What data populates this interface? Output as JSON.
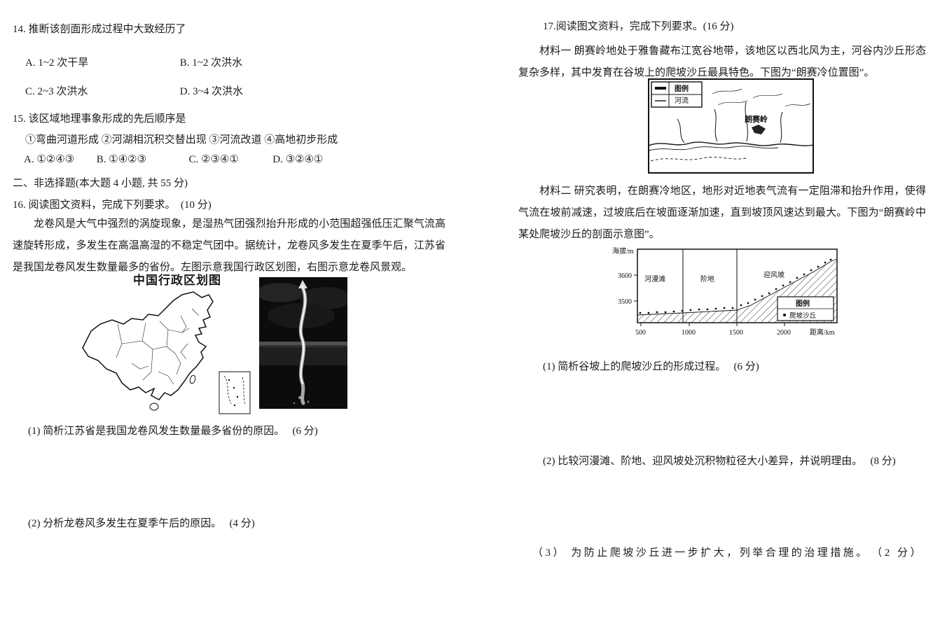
{
  "left": {
    "q14": {
      "stem": "14.  推断该剖面形成过程中大致经历了",
      "optA": "A.  1~2 次干旱",
      "optB": "B.  1~2  次洪水",
      "optC": "C.  2~3  次洪水",
      "optD": "D.  3~4  次洪水"
    },
    "q15": {
      "stem": "15.  该区域地理事象形成的先后顺序是",
      "items": "①弯曲河道形成  ②河湖相沉积交替出现  ③河流改道  ④高地初步形成",
      "optA": "A.  ①②④③",
      "optB": "B.  ①④②③",
      "optC": "C.  ②③④①",
      "optD": "D.  ③②④①"
    },
    "section_heading": "二、非选择题(本大题 4 小题, 共 55 分)",
    "q16": {
      "stem": "16.  阅读图文资料，完成下列要求。　(10 分)",
      "intro": "龙卷风是大气中强烈的涡旋现象，是湿热气团强烈抬升形成的小范围超强低压汇聚气流高速旋转形成，多发生在高温高湿的不稳定气团中。据统计，龙卷风多发生在夏季午后，江苏省是我国龙卷风发生数量最多的省份。左图示意我国行政区划图，右图示意龙卷风景观。",
      "map_title": "中国行政区划图",
      "q1": "(1)  简析江苏省是我国龙卷风发生数量最多省份的原因。　 (6 分)",
      "q2": "(2)  分析龙卷风多发生在夏季午后的原因。　 (4 分)"
    }
  },
  "right": {
    "q17": {
      "stem": "17.阅读图文资料，完成下列要求。(16 分)",
      "material1": "材料一  朗赛岭地处于雅鲁藏布江宽谷地带，该地区以西北风为主，河谷内沙丘形态复杂多样，其中发育在谷坡上的爬坡沙丘最具特色。下图为“朗赛冷位置图”。",
      "location_map": {
        "legend_title": "图例",
        "legend_river": "河流",
        "place_label": "朗赛岭"
      },
      "material2": "材料二  研究表明，在朗赛冷地区，地形对近地表气流有一定阻滞和抬升作用，使得气流在坡前减速，过坡底后在坡面逐渐加速，直到坡顶风速达到最大。下图为“朗赛岭中某处爬坡沙丘的剖面示意图”。",
      "profile_diagram": {
        "ylabel": "海拔/m",
        "ytick1": "3600",
        "ytick2": "3500",
        "zone1": "河漫滩",
        "zone2": "阶地",
        "zone3": "迎风坡",
        "xtick1": "500",
        "xtick2": "1000",
        "xtick3": "1500",
        "xtick4": "2000",
        "xlabel": "距离/km",
        "legend_title": "图例",
        "legend_item": "爬坡沙丘"
      },
      "q1": "(1)  简析谷坡上的爬坡沙丘的形成过程。　 (6 分)",
      "q2": "(2)  比较河漫滩、阶地、迎风坡处沉积物粒径大小差异，并说明理由。　 (8 分)",
      "q3": "（3）  为防止爬坡沙丘进一步扩大，列举合理的治理措施。　（2 分）"
    }
  }
}
